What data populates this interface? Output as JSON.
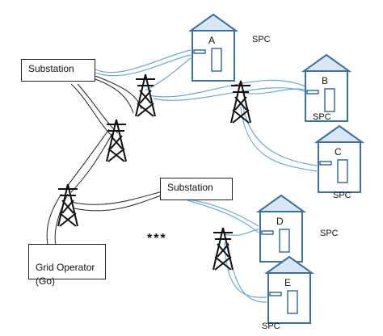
{
  "nodes": {
    "substation_top": "Substation",
    "substation_mid": "Substation",
    "grid_operator": "Grid Operator\n(Go)",
    "ellipsis": "***"
  },
  "houses": [
    {
      "letter": "A",
      "tag": "SPC"
    },
    {
      "letter": "B",
      "tag": "SPC"
    },
    {
      "letter": "C",
      "tag": "SPC"
    },
    {
      "letter": "D",
      "tag": "SPC"
    },
    {
      "letter": "E",
      "tag": "SPC"
    }
  ],
  "colors": {
    "house_stroke": "#3d6fa3",
    "house_fill": "#ffffff",
    "house_roof": "#d9e6f5",
    "line_blue": "#6aa9d8",
    "line_black": "#222222"
  }
}
